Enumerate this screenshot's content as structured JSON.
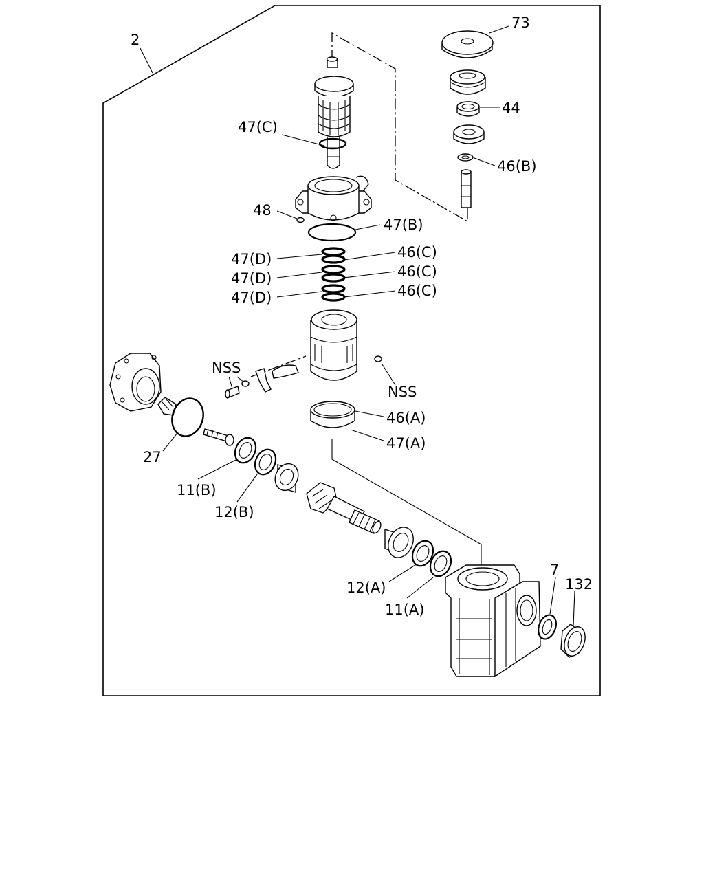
{
  "diagram": {
    "assembly_label": "2",
    "labels": {
      "p73": "73",
      "p44": "44",
      "p46b_top": "46(B)",
      "p47c": "47(C)",
      "p48": "48",
      "p47b": "47(B)",
      "p47d_1": "47(D)",
      "p47d_2": "47(D)",
      "p47d_3": "47(D)",
      "p46c_1": "46(C)",
      "p46c_2": "46(C)",
      "p46c_3": "46(C)",
      "nss_left": "NSS",
      "nss_right": "NSS",
      "p46a": "46(A)",
      "p47a": "47(A)",
      "p27": "27",
      "p11b": "11(B)",
      "p12b": "12(B)",
      "p12a": "12(A)",
      "p11a": "11(A)",
      "p7": "7",
      "p132": "132"
    }
  }
}
